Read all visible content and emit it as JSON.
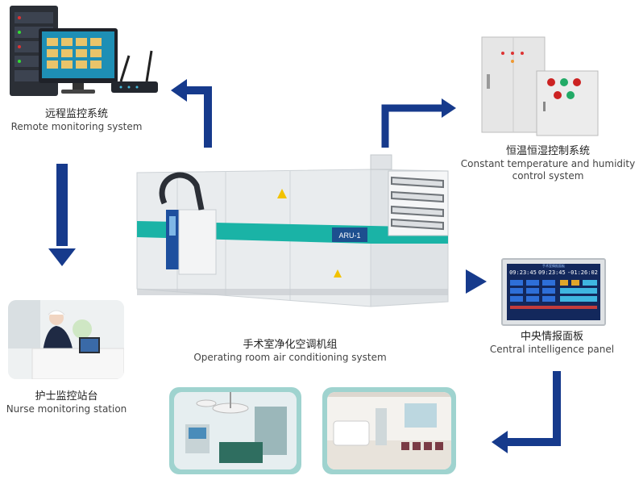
{
  "nodes": {
    "remote": {
      "zh": "远程监控系统",
      "en": "Remote monitoring system"
    },
    "constant": {
      "zh": "恒温恒湿控制系统",
      "en_line1": "Constant temperature and humidity",
      "en_line2": "control system"
    },
    "center": {
      "zh": "手术室净化空调机组",
      "en": "Operating room air conditioning system"
    },
    "panel": {
      "zh": "中央情报面板",
      "en": "Central intelligence panel"
    },
    "nurse": {
      "zh": "护士监控站台",
      "en": "Nurse monitoring station"
    }
  },
  "unit_label": "ARU-1",
  "panel_screen": {
    "header": "手术室情报面板",
    "times": [
      "09:23:45",
      "09:23:45",
      "-01:26:02"
    ]
  },
  "colors": {
    "arrow": "#163a8c",
    "teal_stripe": "#1ab3a6",
    "photo_frame": "#9fd3cf"
  }
}
